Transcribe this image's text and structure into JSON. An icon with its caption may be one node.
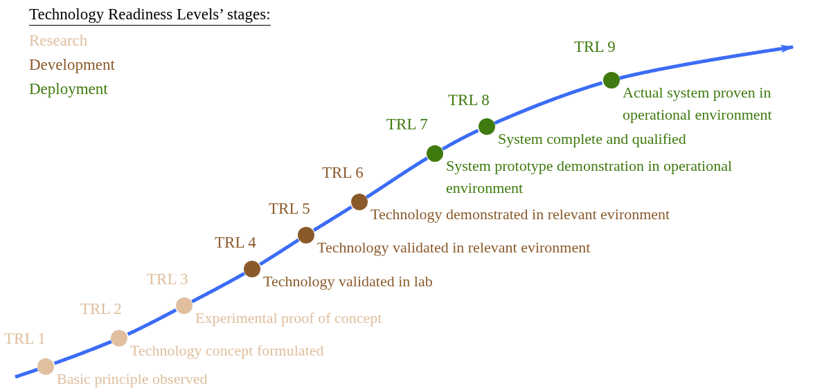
{
  "diagram": {
    "title": "Technology Readiness Levels’ stages:",
    "nodes": [
      {
        "text": [],
        "shape": "circle",
        "beside": [
          "TRL 1",
          "Basic principle observed"
        ]
      },
      {
        "text": [],
        "shape": "circle",
        "beside": [
          "TRL 2",
          "Technology concept formulated"
        ]
      },
      {
        "text": [],
        "shape": "circle",
        "beside": [
          "TRL 3",
          "Experimental proof of concept"
        ]
      },
      {
        "text": [],
        "shape": "circle",
        "beside": [
          "TRL 4",
          "Technology validated in lab"
        ]
      },
      {
        "text": [],
        "shape": "circle",
        "beside": [
          "TRL 5",
          "Technology validated in relevant evironment"
        ]
      },
      {
        "text": [],
        "shape": "circle",
        "beside": [
          "TRL 6",
          "Technology demonstrated in relevant evironment"
        ]
      },
      {
        "text": [],
        "shape": "circle",
        "beside": [
          "TRL 7",
          "System prototype demonstration in operational environment"
        ]
      },
      {
        "text": [],
        "shape": "circle",
        "beside": [
          "TRL 8",
          "System complete and qualified"
        ]
      },
      {
        "text": [],
        "shape": "circle",
        "beside": [
          "TRL 9",
          "Actual system proven in operational environment"
        ]
      }
    ],
    "edges": [
      {
        "from": null,
        "to": 0,
        "arrow": "none"
      },
      {
        "from": 0,
        "to": 1,
        "arrow": "none"
      },
      {
        "from": 1,
        "to": 2,
        "arrow": "none"
      },
      {
        "from": 2,
        "to": 3,
        "arrow": "none"
      },
      {
        "from": 3,
        "to": 4,
        "arrow": "none"
      },
      {
        "from": 4,
        "to": 5,
        "arrow": "none"
      },
      {
        "from": 5,
        "to": 6,
        "arrow": "none"
      },
      {
        "from": 6,
        "to": 7,
        "arrow": "none"
      },
      {
        "from": 7,
        "to": 8,
        "arrow": "none"
      },
      {
        "from": 8,
        "to": null,
        "arrow": "to"
      }
    ],
    "legend": [
      {
        "text": "Research",
        "color": "#e0bf9f"
      },
      {
        "text": "Development",
        "color": "#8b5a2b"
      },
      {
        "text": "Deployment",
        "color": "#3f7a0f"
      }
    ]
  }
}
